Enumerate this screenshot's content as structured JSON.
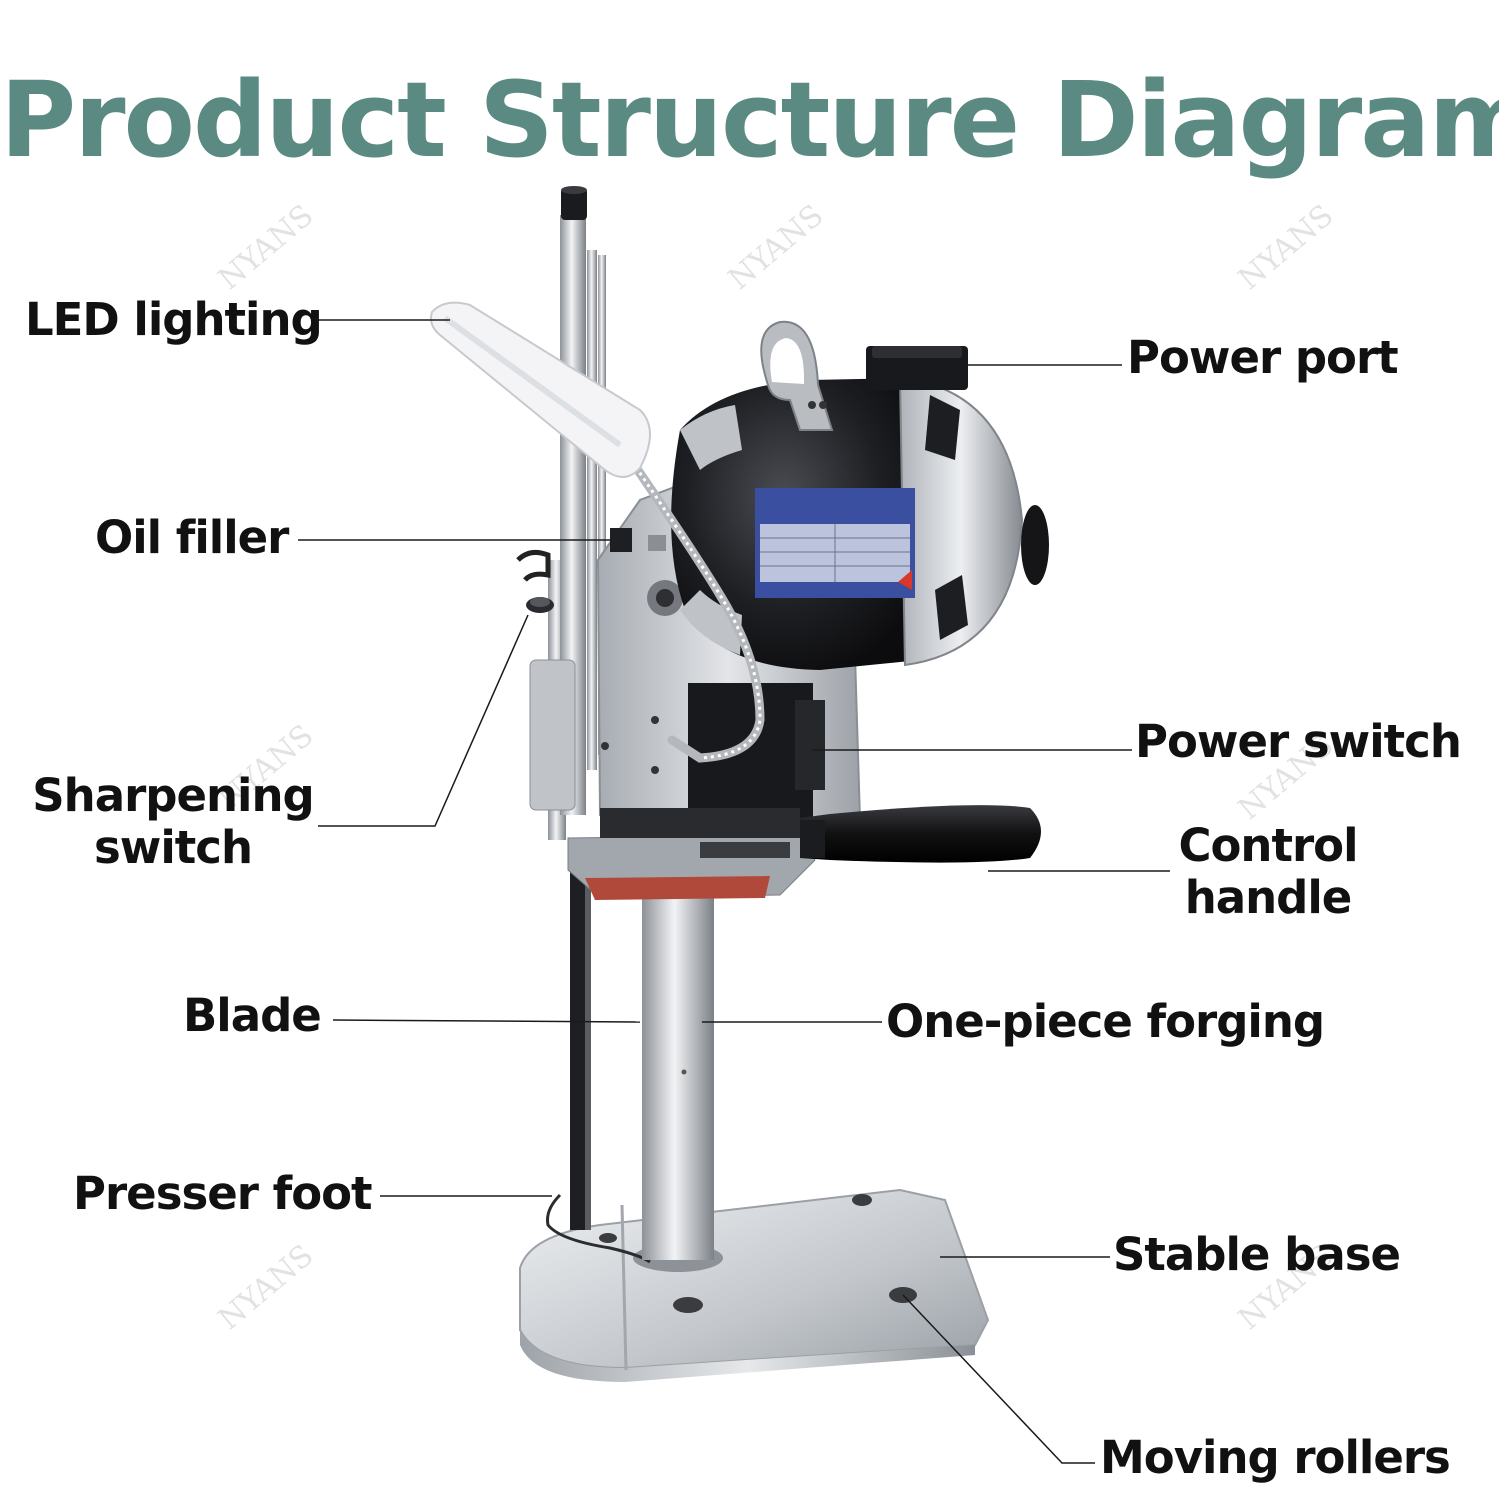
{
  "title": "Product Structure Diagram",
  "watermark": "NYANS",
  "labels": {
    "led_lighting": "LED lighting",
    "power_port": "Power port",
    "oil_filler": "Oil filler",
    "power_switch": "Power switch",
    "sharpening_switch_line1": "Sharpening",
    "sharpening_switch_line2": "switch",
    "control_handle_line1": "Control",
    "control_handle_line2": "handle",
    "blade": "Blade",
    "one_piece_forging": "One-piece forging",
    "presser_foot": "Presser foot",
    "stable_base": "Stable base",
    "moving_rollers": "Moving rollers"
  },
  "colors": {
    "title": "#5a8a82",
    "label": "#111111",
    "motor_body": "#1b1c20",
    "nameplate": "#3b4fa0",
    "metal": "#c9ccd0",
    "table_plate": "#b0493a"
  }
}
